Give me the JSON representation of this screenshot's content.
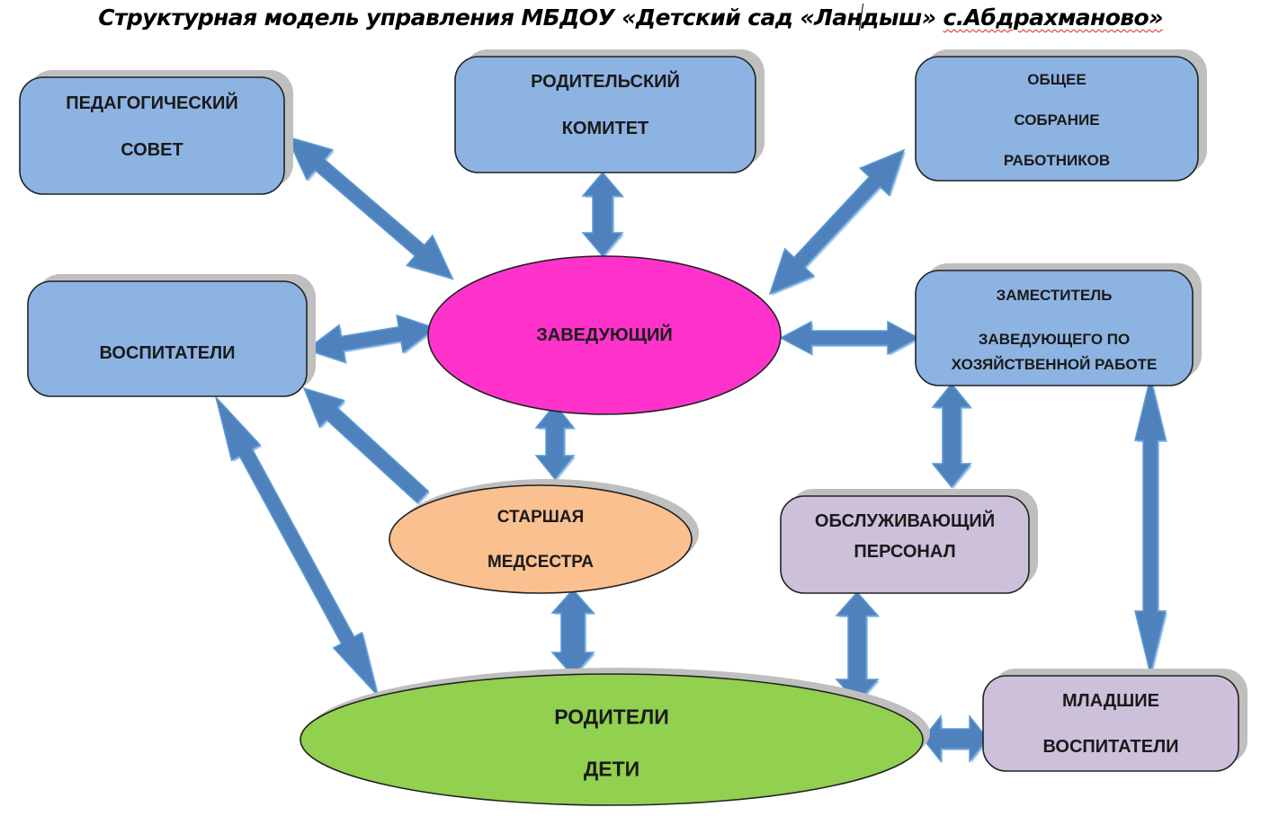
{
  "title": {
    "part1": "Структурная модель управления МБДОУ «Детский сад «Лан",
    "part2": "дыш» ",
    "part3": "с.Абдрахманово»"
  },
  "colors": {
    "box_blue": "#8db3e2",
    "box_lilac": "#ccc0da",
    "ellipse_magenta": "#ff33cc",
    "ellipse_peach": "#fac090",
    "ellipse_green": "#92d050",
    "arrow": "#4f81bd",
    "arrow_light": "#5b9bd5",
    "shadow": "#bfbfbf"
  },
  "nodes": {
    "ped_sovet": {
      "lines": [
        "ПЕДАГОГИЧЕСКИЙ",
        "СОВЕТ"
      ]
    },
    "rod_komitet": {
      "lines": [
        "РОДИТЕЛЬСКИЙ",
        "КОМИТЕТ"
      ]
    },
    "obshchee_sobranie": {
      "lines": [
        "ОБЩЕЕ",
        "СОБРАНИЕ",
        "РАБОТНИКОВ"
      ]
    },
    "vospitateli": {
      "lines": [
        "ВОСПИТАТЕЛИ"
      ]
    },
    "zaveduyushchiy": {
      "lines": [
        "ЗАВЕДУЮЩИЙ"
      ]
    },
    "zamestitel": {
      "lines": [
        "ЗАМЕСТИТЕЛЬ",
        "ЗАВЕДУЮЩЕГО ПО",
        "ХОЗЯЙСТВЕННОЙ РАБОТЕ"
      ]
    },
    "medsestra": {
      "lines": [
        "СТАРШАЯ",
        "МЕДСЕСТРА"
      ]
    },
    "obsl_personal": {
      "lines": [
        "ОБСЛУЖИВАЮЩИЙ",
        "ПЕРСОНАЛ"
      ]
    },
    "roditeli_deti": {
      "lines": [
        "РОДИТЕЛИ",
        "ДЕТИ"
      ]
    },
    "mladshie": {
      "lines": [
        "МЛАДШИЕ",
        "ВОСПИТАТЕЛИ"
      ]
    }
  },
  "connections": [
    {
      "from": "ped_sovet",
      "to": "zaveduyushchiy",
      "type": "bidirectional"
    },
    {
      "from": "rod_komitet",
      "to": "zaveduyushchiy",
      "type": "bidirectional"
    },
    {
      "from": "obshchee_sobranie",
      "to": "zaveduyushchiy",
      "type": "bidirectional"
    },
    {
      "from": "vospitateli",
      "to": "zaveduyushchiy",
      "type": "bidirectional"
    },
    {
      "from": "zaveduyushchiy",
      "to": "zamestitel",
      "type": "bidirectional"
    },
    {
      "from": "zaveduyushchiy",
      "to": "medsestra",
      "type": "bidirectional"
    },
    {
      "from": "medsestra",
      "to": "vospitateli",
      "type": "one-way"
    },
    {
      "from": "vospitateli",
      "to": "roditeli_deti",
      "type": "bidirectional"
    },
    {
      "from": "medsestra",
      "to": "roditeli_deti",
      "type": "bidirectional"
    },
    {
      "from": "zamestitel",
      "to": "obsl_personal",
      "type": "bidirectional"
    },
    {
      "from": "zamestitel",
      "to": "mladshie",
      "type": "bidirectional"
    },
    {
      "from": "obsl_personal",
      "to": "roditeli_deti",
      "type": "bidirectional"
    },
    {
      "from": "roditeli_deti",
      "to": "mladshie",
      "type": "bidirectional"
    }
  ]
}
